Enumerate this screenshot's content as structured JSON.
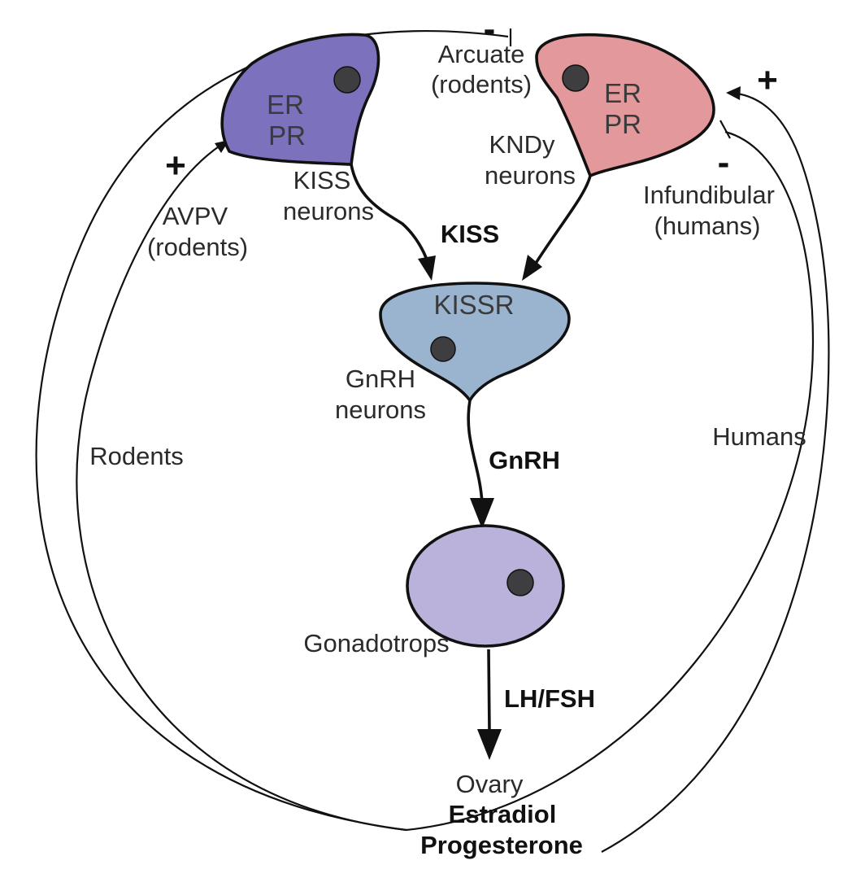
{
  "colors": {
    "kiss_neuron": "#7b71bd",
    "kndy_neuron": "#e3999b",
    "gnrh_neuron": "#9ab4cf",
    "gonadotrops": "#bab2da",
    "nucleus": "#3e3e40",
    "line": "#111111"
  },
  "kiss_neuron": {
    "er": "ER",
    "pr": "PR",
    "name_line1": "KISS",
    "name_line2": "neurons"
  },
  "kndy_neuron": {
    "er": "ER",
    "pr": "PR",
    "name_line1": "KNDy",
    "name_line2": "neurons"
  },
  "gnrh_neuron": {
    "receptor": "KISSR",
    "name_line1": "GnRH",
    "name_line2": "neurons"
  },
  "gonadotrops": {
    "name": "Gonadotrops"
  },
  "regions": {
    "arcuate_line1": "Arcuate",
    "arcuate_line2": "(rodents)",
    "avpv_line1": "AVPV",
    "avpv_line2": "(rodents)",
    "infundibular_line1": "Infundibular",
    "infundibular_line2": "(humans)"
  },
  "signals": {
    "kiss": "KISS",
    "gnrh": "GnRH",
    "lh_fsh": "LH/FSH"
  },
  "ovary": {
    "name": "Ovary",
    "hormone1": "Estradiol",
    "hormone2": "Progesterone"
  },
  "feedback": {
    "rodents": "Rodents",
    "humans": "Humans",
    "arcuate_sign": "-",
    "avpv_sign": "+",
    "human_positive_sign": "+",
    "infundibular_sign": "-"
  }
}
